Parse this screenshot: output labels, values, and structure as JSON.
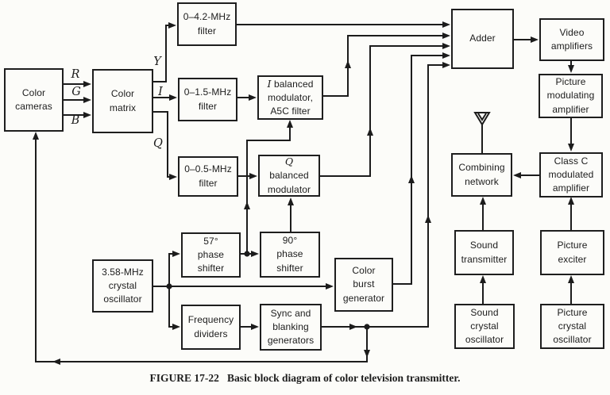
{
  "colors": {
    "ink": "#1c1c1c",
    "paper": "#fcfcf9"
  },
  "caption": "FIGURE 17-22   Basic block diagram of color television transmitter.",
  "signals": {
    "r": "R",
    "g": "G",
    "b": "B",
    "y": "Y",
    "i": "I",
    "q": "Q"
  },
  "blocks": {
    "color_cameras": {
      "label": "Color\ncameras"
    },
    "color_matrix": {
      "label": "Color\nmatrix"
    },
    "filter_42": {
      "label": "0–4.2-MHz\nfilter"
    },
    "filter_15": {
      "label": "0–1.5-MHz\nfilter"
    },
    "filter_05": {
      "label": "0–0.5-MHz\nfilter"
    },
    "i_bal_mod": {
      "italic": "I",
      "rest": " balanced\nmodulator,\nA5C filter"
    },
    "q_bal_mod": {
      "italic": "Q",
      "rest": "\nbalanced\nmodulator"
    },
    "shifter_57": {
      "label": "57°\nphase\nshifter"
    },
    "shifter_90": {
      "label": "90°\nphase\nshifter"
    },
    "osc_358": {
      "label": "3.58-MHz\ncrystal\noscillator"
    },
    "freq_div": {
      "label": "Frequency\ndividers"
    },
    "sync_gen": {
      "label": "Sync and\nblanking\ngenerators"
    },
    "color_burst": {
      "label": "Color\nburst\ngenerator"
    },
    "adder": {
      "label": "Adder"
    },
    "video_amp": {
      "label": "Video\namplifiers"
    },
    "pic_mod_amp": {
      "label": "Picture\nmodulating\namplifier"
    },
    "class_c": {
      "label": "Class C\nmodulated\namplifier"
    },
    "comb_net": {
      "label": "Combining\nnetwork"
    },
    "sound_tx": {
      "label": "Sound\ntransmitter"
    },
    "sound_osc": {
      "label": "Sound\ncrystal\noscillator"
    },
    "pic_exciter": {
      "label": "Picture\nexciter"
    },
    "pic_osc": {
      "label": "Picture\ncrystal\noscillator"
    }
  }
}
